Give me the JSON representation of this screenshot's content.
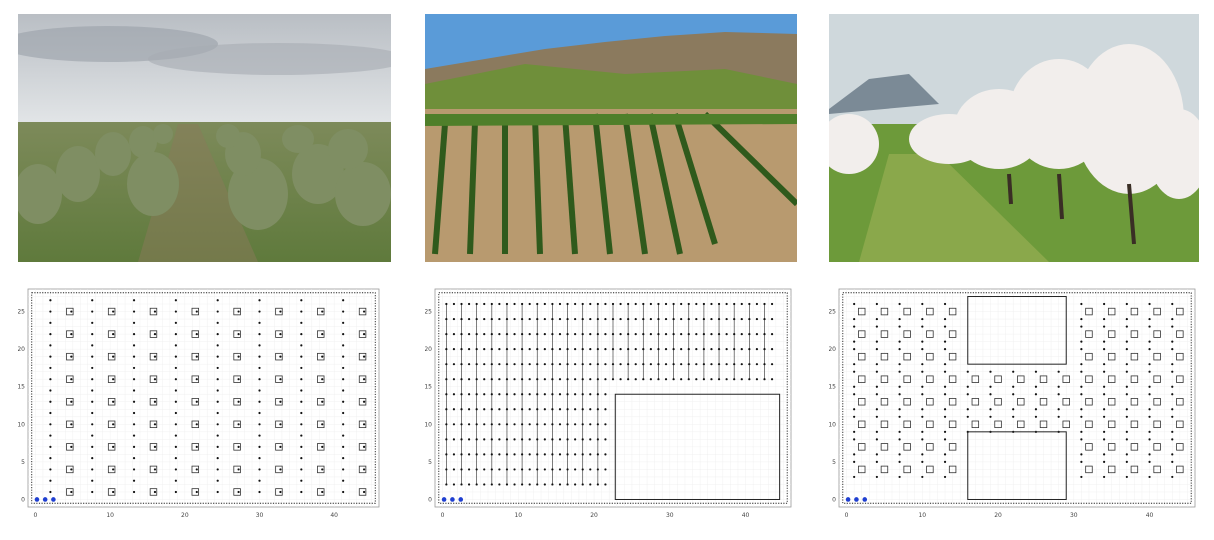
{
  "photos": [
    {
      "subject": "olive grove",
      "icon": "olive-grove-photo"
    },
    {
      "subject": "hillside vineyard",
      "icon": "vineyard-photo"
    },
    {
      "subject": "blossoming almond orchard",
      "icon": "orchard-photo"
    }
  ],
  "plots": [
    {
      "kind": "staggered-grid",
      "x_ticks": [
        "0",
        "10",
        "20",
        "30",
        "40"
      ],
      "y_ticks": [
        "0",
        "5",
        "10",
        "15",
        "20",
        "25"
      ],
      "xlim": [
        -1,
        46
      ],
      "ylim": [
        -1,
        28
      ],
      "marker_colors": {
        "tree": "#333333",
        "vine": "#111111",
        "robot": "#1f3fd1"
      }
    },
    {
      "kind": "vine-rows-with-block",
      "x_ticks": [
        "0",
        "10",
        "20",
        "30",
        "40"
      ],
      "y_ticks": [
        "0",
        "5",
        "10",
        "15",
        "20",
        "25"
      ],
      "xlim": [
        -1,
        46
      ],
      "ylim": [
        -1,
        28
      ]
    },
    {
      "kind": "grid-with-two-blocks",
      "x_ticks": [
        "0",
        "10",
        "20",
        "30",
        "40"
      ],
      "y_ticks": [
        "0",
        "5",
        "10",
        "15",
        "20",
        "25"
      ],
      "xlim": [
        -1,
        46
      ],
      "ylim": [
        -1,
        28
      ]
    }
  ]
}
